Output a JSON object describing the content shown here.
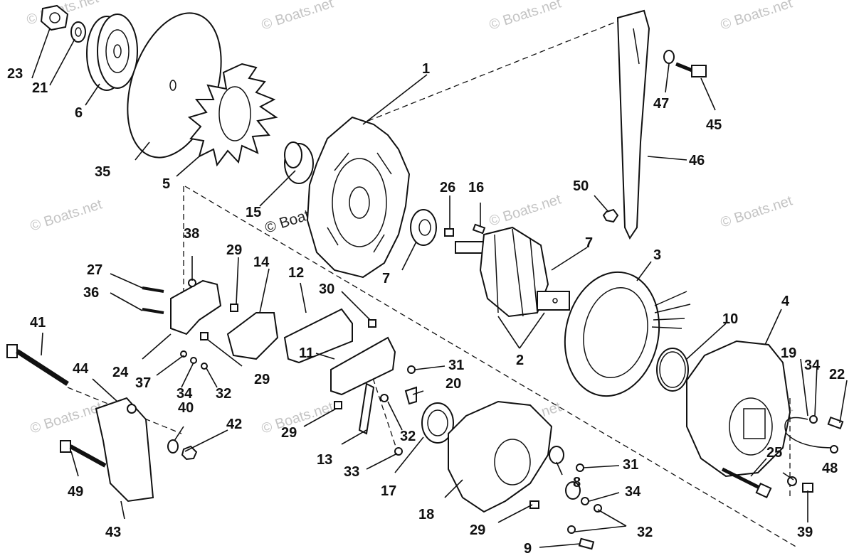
{
  "parts": [
    {
      "id": "1",
      "label": "1"
    },
    {
      "id": "2",
      "label": "2"
    },
    {
      "id": "3",
      "label": "3"
    },
    {
      "id": "4",
      "label": "4"
    },
    {
      "id": "5",
      "label": "5"
    },
    {
      "id": "6",
      "label": "6"
    },
    {
      "id": "7a",
      "label": "7"
    },
    {
      "id": "7b",
      "label": "7"
    },
    {
      "id": "8",
      "label": "8"
    },
    {
      "id": "9",
      "label": "9"
    },
    {
      "id": "10",
      "label": "10"
    },
    {
      "id": "11",
      "label": "11"
    },
    {
      "id": "12",
      "label": "12"
    },
    {
      "id": "13",
      "label": "13"
    },
    {
      "id": "14",
      "label": "14"
    },
    {
      "id": "15",
      "label": "15"
    },
    {
      "id": "16",
      "label": "16"
    },
    {
      "id": "17",
      "label": "17"
    },
    {
      "id": "18",
      "label": "18"
    },
    {
      "id": "19",
      "label": "19"
    },
    {
      "id": "20",
      "label": "20"
    },
    {
      "id": "21",
      "label": "21"
    },
    {
      "id": "22",
      "label": "22"
    },
    {
      "id": "23",
      "label": "23"
    },
    {
      "id": "24",
      "label": "24"
    },
    {
      "id": "25",
      "label": "25"
    },
    {
      "id": "26",
      "label": "26"
    },
    {
      "id": "27",
      "label": "27"
    },
    {
      "id": "29a",
      "label": "29"
    },
    {
      "id": "29b",
      "label": "29"
    },
    {
      "id": "29c",
      "label": "29"
    },
    {
      "id": "29d",
      "label": "29"
    },
    {
      "id": "30",
      "label": "30"
    },
    {
      "id": "31a",
      "label": "31"
    },
    {
      "id": "31b",
      "label": "31"
    },
    {
      "id": "32a",
      "label": "32"
    },
    {
      "id": "32b",
      "label": "32"
    },
    {
      "id": "32c",
      "label": "32"
    },
    {
      "id": "33",
      "label": "33"
    },
    {
      "id": "34a",
      "label": "34"
    },
    {
      "id": "34b",
      "label": "34"
    },
    {
      "id": "34c",
      "label": "34"
    },
    {
      "id": "35",
      "label": "35"
    },
    {
      "id": "36",
      "label": "36"
    },
    {
      "id": "37",
      "label": "37"
    },
    {
      "id": "38",
      "label": "38"
    },
    {
      "id": "39",
      "label": "39"
    },
    {
      "id": "40",
      "label": "40"
    },
    {
      "id": "41",
      "label": "41"
    },
    {
      "id": "42",
      "label": "42"
    },
    {
      "id": "43",
      "label": "43"
    },
    {
      "id": "44",
      "label": "44"
    },
    {
      "id": "45",
      "label": "45"
    },
    {
      "id": "46",
      "label": "46"
    },
    {
      "id": "47",
      "label": "47"
    },
    {
      "id": "48",
      "label": "48"
    },
    {
      "id": "49",
      "label": "49"
    },
    {
      "id": "50",
      "label": "50"
    }
  ],
  "watermark": "© Boats.net",
  "colors": {
    "line": "#111111",
    "background": "#ffffff",
    "watermark": "#c4c4c4"
  }
}
